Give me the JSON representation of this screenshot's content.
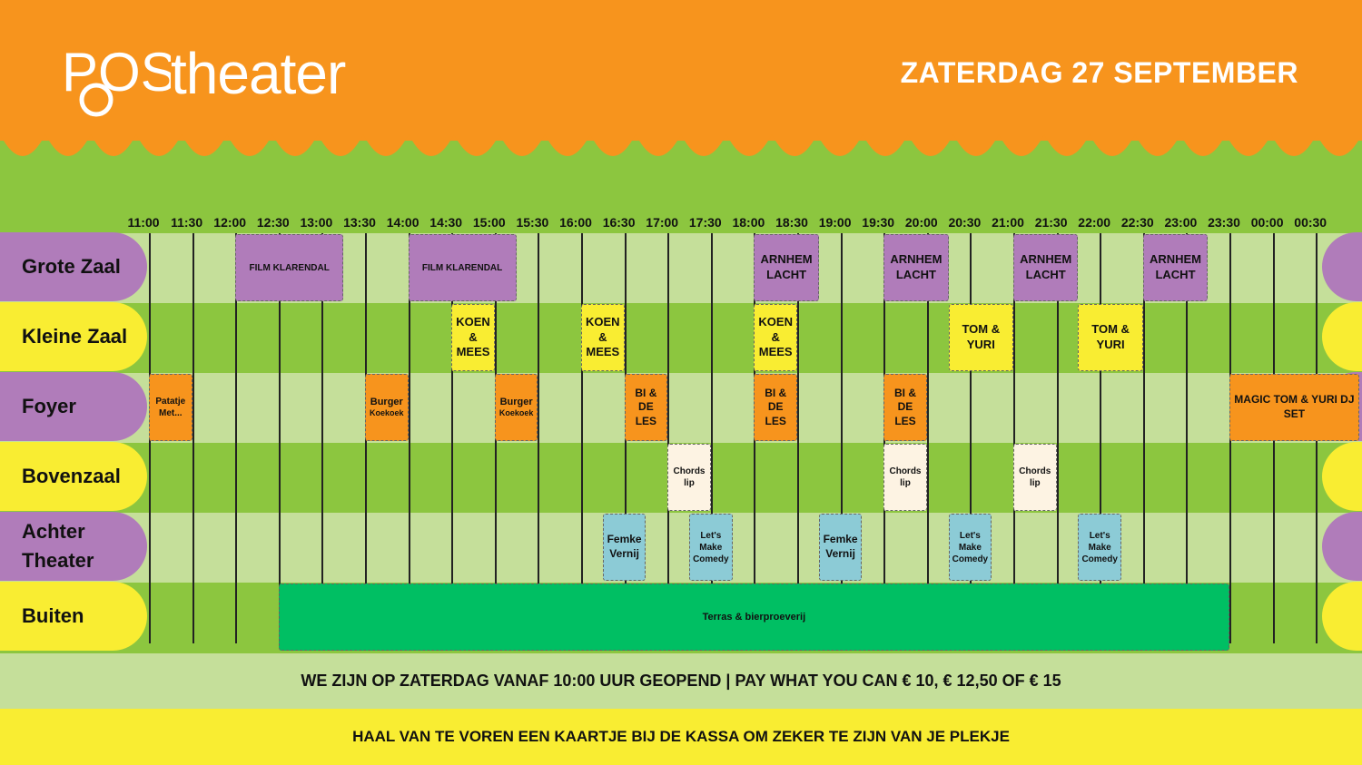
{
  "header": {
    "logo_text": "theater",
    "logo_mark": "POST",
    "date": "ZATERDAG 27 SEPTEMBER"
  },
  "times": [
    "11:00",
    "11:30",
    "12:00",
    "12:30",
    "13:00",
    "13:30",
    "14:00",
    "14:30",
    "15:00",
    "15:30",
    "16:00",
    "16:30",
    "17:00",
    "17:30",
    "18:00",
    "18:30",
    "19:00",
    "19:30",
    "20:00",
    "20:30",
    "21:00",
    "21:30",
    "22:00",
    "22:30",
    "23:00",
    "23:30",
    "00:00",
    "00:30"
  ],
  "colors": {
    "purple": "#b07cba",
    "yellow": "#f9ed32",
    "orange": "#f7941d",
    "cream": "#fdf3e3",
    "blue": "#8ccbd6",
    "green": "#00bf63",
    "row_light": "#c5df9a",
    "row_dark": "#8cc63f"
  },
  "rows": [
    {
      "label": "Grote Zaal",
      "color": "purple"
    },
    {
      "label": "Kleine Zaal",
      "color": "yellow"
    },
    {
      "label": "Foyer",
      "color": "purple"
    },
    {
      "label": "Bovenzaal",
      "color": "yellow"
    },
    {
      "label": "Achter Theater",
      "color": "purple"
    },
    {
      "label": "Buiten",
      "color": "yellow"
    }
  ],
  "events": [
    {
      "row": 0,
      "start": "12:00",
      "end": "13:15",
      "title": "FILM KLARENDAL",
      "color": "purple",
      "size": 10
    },
    {
      "row": 0,
      "start": "14:00",
      "end": "15:15",
      "title": "FILM KLARENDAL",
      "color": "purple",
      "size": 10
    },
    {
      "row": 0,
      "start": "18:00",
      "end": "18:45",
      "title": "ARNHEM LACHT",
      "color": "purple",
      "size": 13
    },
    {
      "row": 0,
      "start": "19:30",
      "end": "20:15",
      "title": "ARNHEM LACHT",
      "color": "purple",
      "size": 13
    },
    {
      "row": 0,
      "start": "21:00",
      "end": "21:45",
      "title": "ARNHEM LACHT",
      "color": "purple",
      "size": 13
    },
    {
      "row": 0,
      "start": "22:30",
      "end": "23:15",
      "title": "ARNHEM LACHT",
      "color": "purple",
      "size": 13
    },
    {
      "row": 1,
      "start": "14:30",
      "end": "15:00",
      "title": "KOEN & MEES",
      "color": "yellow",
      "size": 13
    },
    {
      "row": 1,
      "start": "16:00",
      "end": "16:30",
      "title": "KOEN & MEES",
      "color": "yellow",
      "size": 13
    },
    {
      "row": 1,
      "start": "18:00",
      "end": "18:30",
      "title": "KOEN & MEES",
      "color": "yellow",
      "size": 13
    },
    {
      "row": 1,
      "start": "20:15",
      "end": "21:00",
      "title": "TOM & YURI",
      "color": "yellow",
      "size": 13
    },
    {
      "row": 1,
      "start": "21:45",
      "end": "22:30",
      "title": "TOM & YURI",
      "color": "yellow",
      "size": 13
    },
    {
      "row": 2,
      "start": "11:00",
      "end": "11:30",
      "title": "Patatje Met...",
      "color": "orange",
      "size": 10
    },
    {
      "row": 2,
      "start": "13:30",
      "end": "14:00",
      "title": "Burger",
      "sub": "Koekoek",
      "color": "orange",
      "size": 11
    },
    {
      "row": 2,
      "start": "15:00",
      "end": "15:30",
      "title": "Burger",
      "sub": "Koekoek",
      "color": "orange",
      "size": 11
    },
    {
      "row": 2,
      "start": "16:30",
      "end": "17:00",
      "title": "BI & DE LES",
      "color": "orange",
      "size": 12
    },
    {
      "row": 2,
      "start": "18:00",
      "end": "18:30",
      "title": "BI & DE LES",
      "color": "orange",
      "size": 12
    },
    {
      "row": 2,
      "start": "19:30",
      "end": "20:00",
      "title": "BI & DE LES",
      "color": "orange",
      "size": 12
    },
    {
      "row": 2,
      "start": "23:30",
      "end": "01:00",
      "title": "MAGIC TOM & YURI DJ SET",
      "color": "orange",
      "size": 12
    },
    {
      "row": 3,
      "start": "17:00",
      "end": "17:30",
      "title": "Chords lip",
      "color": "cream",
      "size": 10
    },
    {
      "row": 3,
      "start": "19:30",
      "end": "20:00",
      "title": "Chords lip",
      "color": "cream",
      "size": 10
    },
    {
      "row": 3,
      "start": "21:00",
      "end": "21:30",
      "title": "Chords lip",
      "color": "cream",
      "size": 10
    },
    {
      "row": 4,
      "start": "16:15",
      "end": "16:45",
      "title": "Femke Vernij",
      "color": "blue",
      "size": 12
    },
    {
      "row": 4,
      "start": "17:15",
      "end": "17:45",
      "title": "Let's Make Comedy",
      "color": "blue",
      "size": 10
    },
    {
      "row": 4,
      "start": "18:45",
      "end": "19:15",
      "title": "Femke Vernij",
      "color": "blue",
      "size": 12
    },
    {
      "row": 4,
      "start": "20:15",
      "end": "20:45",
      "title": "Let's Make Comedy",
      "color": "blue",
      "size": 10
    },
    {
      "row": 4,
      "start": "21:45",
      "end": "22:15",
      "title": "Let's Make Comedy",
      "color": "blue",
      "size": 10
    },
    {
      "row": 5,
      "start": "12:30",
      "end": "23:30",
      "title": "Terras & bierproeverij",
      "color": "green",
      "size": 11
    }
  ],
  "footer": {
    "line1": "WE ZIJN OP ZATERDAG VANAF 10:00 UUR GEOPEND  |  PAY WHAT YOU CAN € 10, € 12,50 OF € 15",
    "line2": "HAAL VAN TE VOREN EEN KAARTJE BIJ DE KASSA OM ZEKER TE ZIJN VAN JE PLEKJE"
  }
}
